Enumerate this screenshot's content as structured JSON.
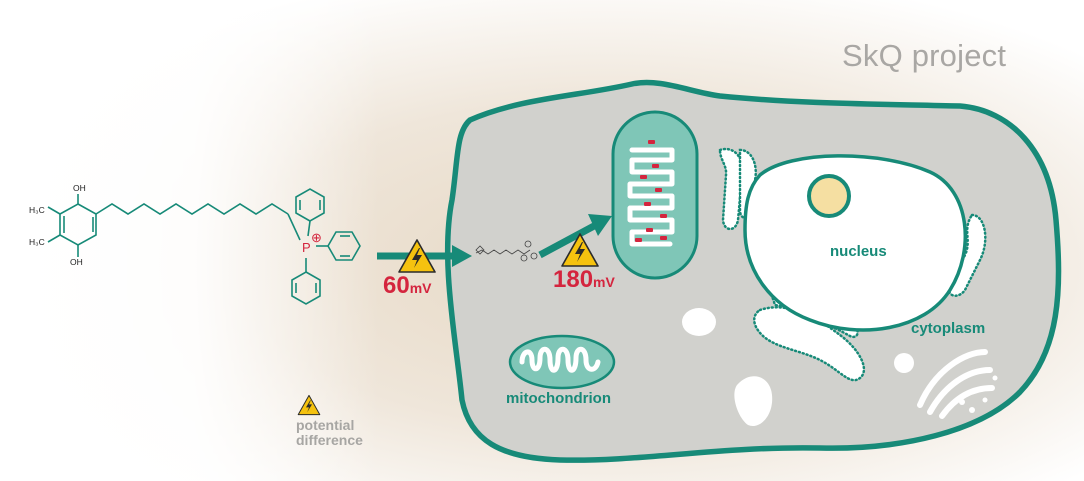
{
  "title": "SkQ project",
  "molecule": {
    "oh_top": "OH",
    "h3c_upper": "H₃C",
    "h3c_lower": "H₃C",
    "oh_bottom": "OH",
    "phosphorus": "P",
    "charge": "⊕"
  },
  "potentials": {
    "outer": {
      "value": "60",
      "unit": "mV"
    },
    "inner": {
      "value": "180",
      "unit": "mV"
    }
  },
  "labels": {
    "nucleus": "nucleus",
    "cytoplasm": "cytoplasm",
    "mitochondrion": "mitochondrion"
  },
  "legend": {
    "line1": "potential",
    "line2": "difference"
  },
  "colors": {
    "teal": "#178a78",
    "cell_fill": "#d2d2ce",
    "red": "#d4253e",
    "warning": "#f5c20f",
    "backdrop": "#e2d3bf"
  },
  "icons": [
    "warning-triangle-icon",
    "lightning-bolt-icon",
    "arrow-icon"
  ]
}
